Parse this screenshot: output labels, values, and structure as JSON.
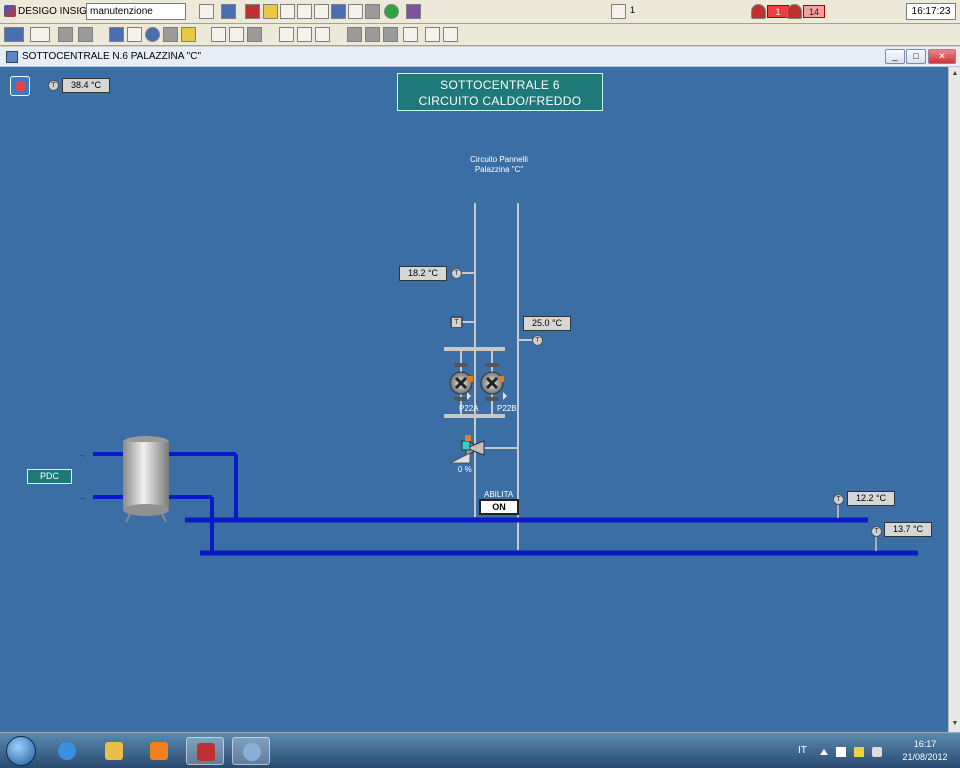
{
  "app": {
    "name": "DESIGO INSIGHT",
    "user": "manutenzione",
    "counter": "1",
    "alarm_red_count": "1",
    "alarm_pink_count": "14",
    "clock": "16:17:23"
  },
  "window": {
    "title": "SOTTOCENTRALE N.6 PALAZZINA \"C\"",
    "minimize": "_",
    "maximize": "□",
    "close": "✕"
  },
  "scrollbar": {
    "up": "▲",
    "down": "▼"
  },
  "header": {
    "line1": "SOTTOCENTRALE 6",
    "line2": "CIRCUITO CALDO/FREDDO"
  },
  "outdoor_temp": "38.4 °C",
  "circuit": {
    "label_line1": "Circuito Pannelli",
    "label_line2": "Palazzina \"C\""
  },
  "temps": {
    "supply": "18.2 °C",
    "return": "25.0 °C",
    "primary_1": "12.2 °C",
    "primary_2": "13.7 °C"
  },
  "sensor_symbol": "T",
  "pumps": {
    "a": "P22A",
    "b": "P22B"
  },
  "valve_position": "0 %",
  "pdc_label": "PDC",
  "enable": {
    "label": "ABILITA",
    "state": "ON"
  },
  "taskbar": {
    "language": "IT",
    "time": "16:17",
    "date": "21/08/2012"
  },
  "colors": {
    "canvas": "#3a6ea5",
    "pipe_primary": "#0a1ac8",
    "pipe_secondary": "#c8c8c8",
    "panel_teal": "#1e7a78"
  },
  "icons": [
    "copy-icon",
    "print-icon",
    "report-icon",
    "alarm-bell-icon",
    "trend-icon",
    "book-icon",
    "table-icon",
    "zoom-icon",
    "clock-icon",
    "tools-icon",
    "check-icon",
    "info-book-icon"
  ]
}
